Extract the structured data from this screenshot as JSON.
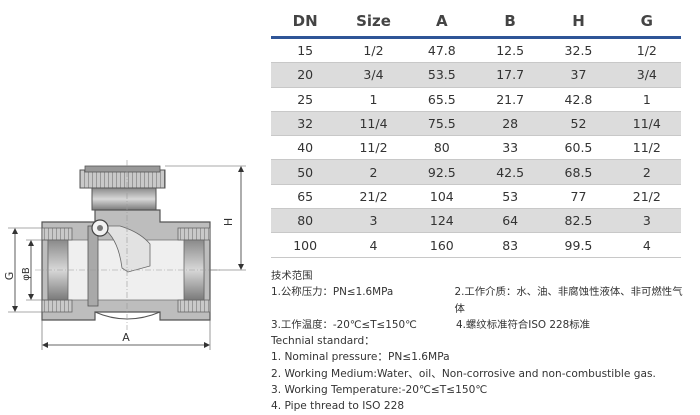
{
  "drawing": {
    "labels": {
      "H": "H",
      "G": "G",
      "phiB": "φB",
      "A": "A"
    }
  },
  "table": {
    "headers": [
      "DN",
      "Size",
      "A",
      "B",
      "H",
      "G"
    ],
    "rows": [
      [
        "15",
        "1/2",
        "47.8",
        "12.5",
        "32.5",
        "1/2"
      ],
      [
        "20",
        "3/4",
        "53.5",
        "17.7",
        "37",
        "3/4"
      ],
      [
        "25",
        "1",
        "65.5",
        "21.7",
        "42.8",
        "1"
      ],
      [
        "32",
        "11/4",
        "75.5",
        "28",
        "52",
        "11/4"
      ],
      [
        "40",
        "11/2",
        "80",
        "33",
        "60.5",
        "11/2"
      ],
      [
        "50",
        "2",
        "92.5",
        "42.5",
        "68.5",
        "2"
      ],
      [
        "65",
        "21/2",
        "104",
        "53",
        "77",
        "21/2"
      ],
      [
        "80",
        "3",
        "124",
        "64",
        "82.5",
        "3"
      ],
      [
        "100",
        "4",
        "160",
        "83",
        "99.5",
        "4"
      ]
    ]
  },
  "notes": {
    "cn_title": "技术范围",
    "cn_1": "1.公称压力：PN≤1.6MPa",
    "cn_2": "2.工作介质：水、油、非腐蚀性液体、非可燃性气体",
    "cn_3": "3.工作温度：-20℃≤T≤150℃",
    "cn_4": "4.螺纹标准符合ISO 228标准",
    "en_title": "Technial standard：",
    "en_1": "1. Nominal pressure：PN≤1.6MPa",
    "en_2": "2. Working Medium:Water、oil、Non-corrosive and non-combustible gas.",
    "en_3": "3. Working Temperature:-20℃≤T≤150℃",
    "en_4": "4. Pipe thread to ISO 228"
  }
}
